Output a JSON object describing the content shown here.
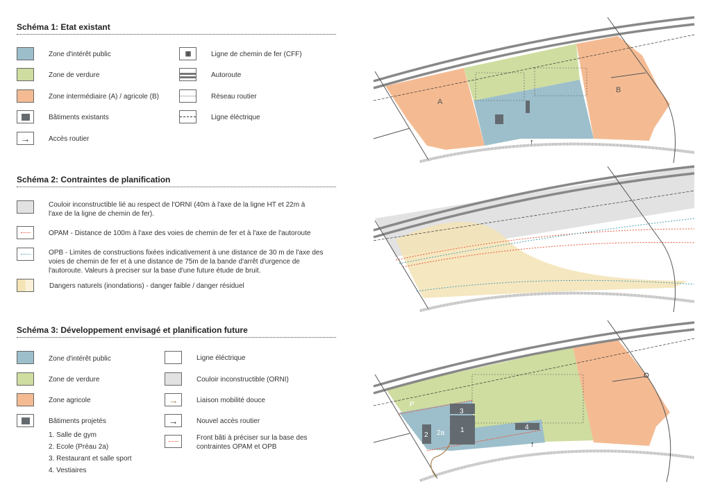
{
  "colors": {
    "public": "#9dbfcb",
    "green": "#cfdda0",
    "orange": "#f4bb93",
    "building": "#646b70",
    "grey": "#e2e2e2",
    "opam": "#e8553a",
    "opb": "#4aa0b0",
    "danger": "#f3e3b5",
    "mobility": "#a88350"
  },
  "schema1": {
    "title": "Schéma 1: Etat existant",
    "left": [
      "Zone d'intérêt public",
      "Zone de verdure",
      "Zone intermédiaire (A) / agricole (B)",
      "Bâtiments existants",
      "Accès routier"
    ],
    "right": [
      "Ligne de chemin de fer (CFF)",
      "Autoroute",
      "Réseau routier",
      "Ligne éléctrique"
    ],
    "map_labels": {
      "a": "A",
      "b": "B"
    }
  },
  "schema2": {
    "title": "Schéma 2: Contraintes de planification",
    "items": [
      "Couloir inconstructible lié au respect de l'ORNI (40m à l'axe de la ligne HT et 22m à l'axe de la ligne de chemin de fer).",
      "OPAM - Distance de 100m à l'axe des voies de chemin de fer et à l'axe de l'autoroute",
      "OPB - Limites de constructions fixées indicativement à une distance de 30 m de l'axe des voies de chemin de fer et à une distance de 75m de la bande d'arrêt d'urgence de l'autoroute. Valeurs à preciser sur la base d'une future étude de bruit.",
      "Dangers naturels (inondations) - danger faible / danger résiduel"
    ]
  },
  "schema3": {
    "title": "Schéma 3: Développement envisagé et planification future",
    "left": [
      "Zone d'intérêt public",
      "Zone de verdure",
      "Zone agricole",
      "Bâtiments projetés"
    ],
    "buildings": [
      "1. Salle de gym",
      "2. Ecole (Préau 2a)",
      "3. Restaurant et salle sport",
      "4. Vestiaires"
    ],
    "right": [
      "Ligne éléctrique",
      "Couloir inconstructible (ORNI)",
      "Liaison mobilité douce",
      "Nouvel accès routier",
      "Front bâti à préciser sur la base des contraintes OPAM et OPB"
    ],
    "map_labels": {
      "p": "P",
      "b1": "1",
      "b2": "2",
      "b2a": "2a",
      "b3": "3",
      "b4": "4"
    }
  }
}
